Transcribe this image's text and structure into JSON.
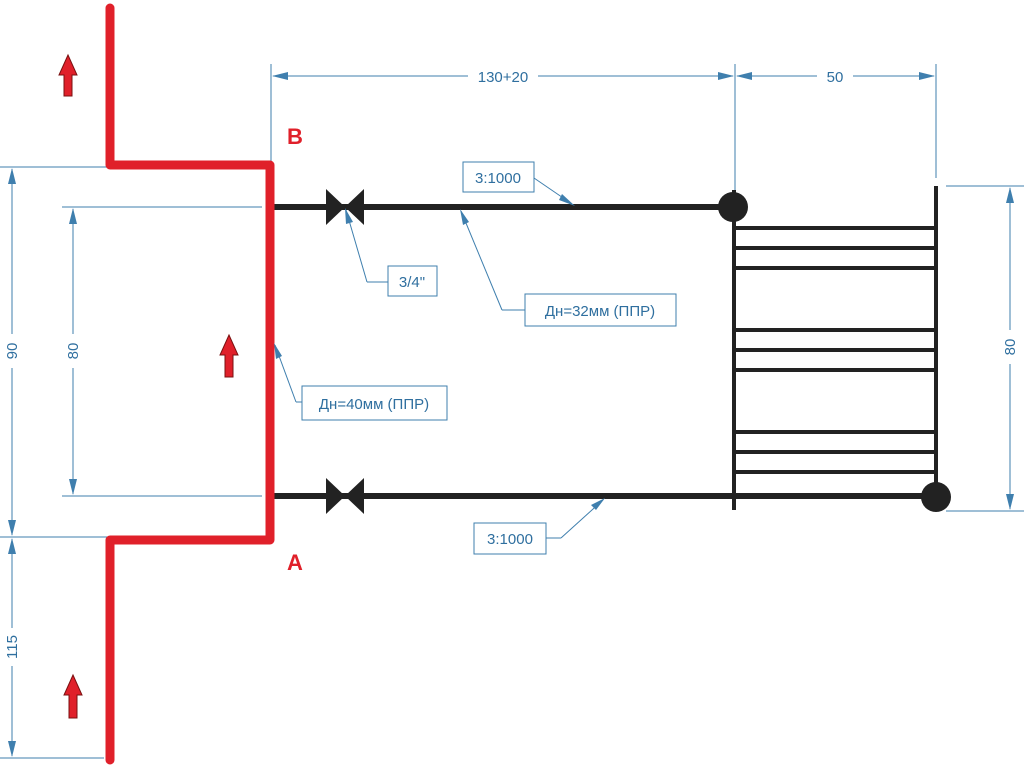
{
  "points": {
    "b": "B",
    "a": "A"
  },
  "dimensions": {
    "top_left": "130+20",
    "top_right": "50",
    "left_outer": "90",
    "left_inner": "80",
    "left_lower": "115",
    "right": "80"
  },
  "annotations": {
    "slope_top": "3:1000",
    "slope_bottom": "3:1000",
    "valve_size": "3/4\"",
    "pipe_branch": "Дн=32мм (ППР)",
    "pipe_main": "Дн=40мм (ППР)"
  },
  "colors": {
    "riser": "#e0202a",
    "branch_pipes": "#222222",
    "dimension": "#3f7fae"
  },
  "icons": [
    "flow-up-arrow-icon",
    "ball-valve-icon"
  ]
}
